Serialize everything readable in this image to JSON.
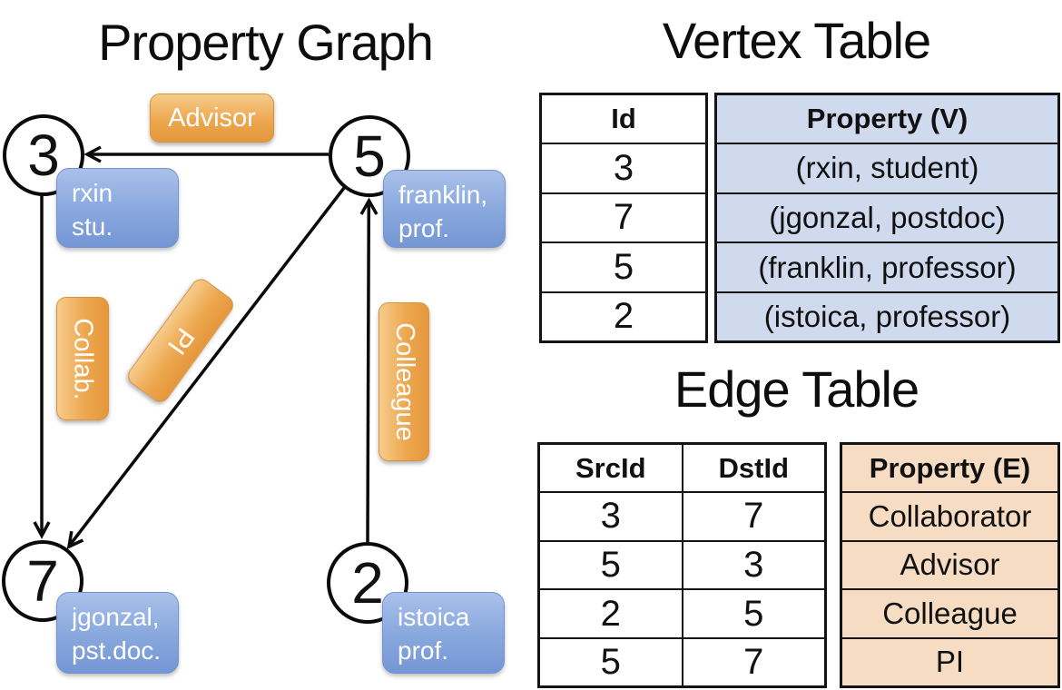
{
  "diagram": {
    "title": "Property Graph",
    "vertices": [
      {
        "id": "3",
        "prop1": "rxin",
        "prop2": "stu."
      },
      {
        "id": "5",
        "prop1": "franklin,",
        "prop2": "prof."
      },
      {
        "id": "7",
        "prop1": "jgonzal,",
        "prop2": "pst.doc."
      },
      {
        "id": "2",
        "prop1": "istoica",
        "prop2": "prof."
      }
    ],
    "edge_labels": {
      "advisor": "Advisor",
      "collab": "Collab.",
      "pi": "PI",
      "colleague": "Colleague"
    }
  },
  "vertex_table": {
    "title": "Vertex Table",
    "columns": [
      "Id",
      "Property (V)"
    ],
    "rows": [
      [
        "3",
        "(rxin, student)"
      ],
      [
        "7",
        "(jgonzal, postdoc)"
      ],
      [
        "5",
        "(franklin, professor)"
      ],
      [
        "2",
        "(istoica, professor)"
      ]
    ]
  },
  "edge_table": {
    "title": "Edge Table",
    "columns": [
      "SrcId",
      "DstId",
      "Property (E)"
    ],
    "rows": [
      [
        "3",
        "7",
        "Collaborator"
      ],
      [
        "5",
        "3",
        "Advisor"
      ],
      [
        "2",
        "5",
        "Colleague"
      ],
      [
        "5",
        "7",
        "PI"
      ]
    ]
  },
  "colors": {
    "edge_label_orange": "#eda74f",
    "vertex_label_blue": "#8aa9de",
    "vertex_table_fill": "#cfdaee",
    "edge_table_fill": "#f5dcc2",
    "line_black": "#0a0a0a"
  }
}
